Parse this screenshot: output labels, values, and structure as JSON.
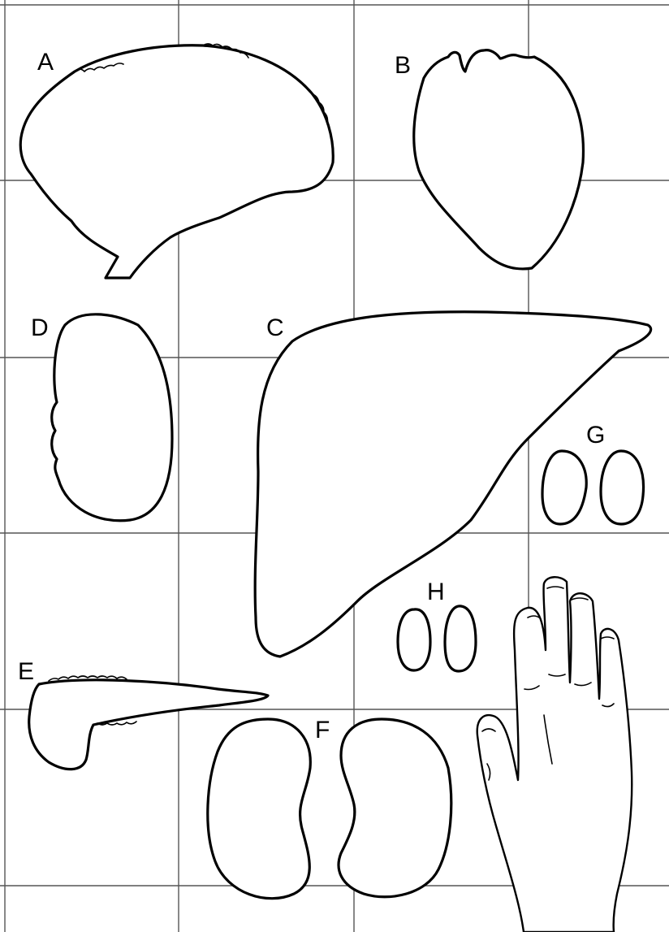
{
  "labels": {
    "brain": "A",
    "heart": "B",
    "liver": "C",
    "spleen": "D",
    "pancreas": "E",
    "kidneys": "F",
    "pair_large": "G",
    "pair_small": "H"
  }
}
